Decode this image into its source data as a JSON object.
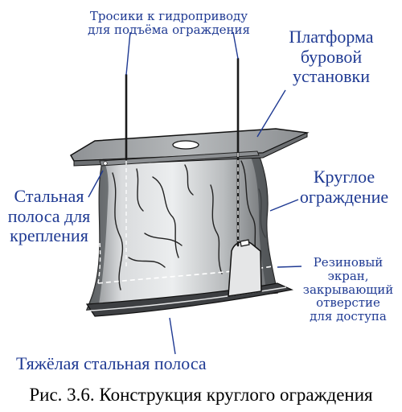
{
  "labels": {
    "cables": [
      "Тросики к гидроприводу",
      "для подъёма ограждения"
    ],
    "platform": [
      "Платформа",
      "буровой",
      "установки"
    ],
    "round_fence": [
      "Круглое",
      "ограждение"
    ],
    "steel_strip": [
      "Стальная",
      "полоса для",
      "крепления"
    ],
    "rubber_screen": [
      "Резиновый",
      "экран,",
      "закрывающий",
      "отверстие",
      "для доступа"
    ],
    "heavy_strip": "Тяжёлая стальная полоса"
  },
  "caption": "Рис. 3.6. Конструкция круглого ограждения",
  "colors": {
    "label": "#1f3a93",
    "fence_light": "#d6d8da",
    "fence_dark": "#6f7275",
    "platform": "#9a9d9f"
  }
}
